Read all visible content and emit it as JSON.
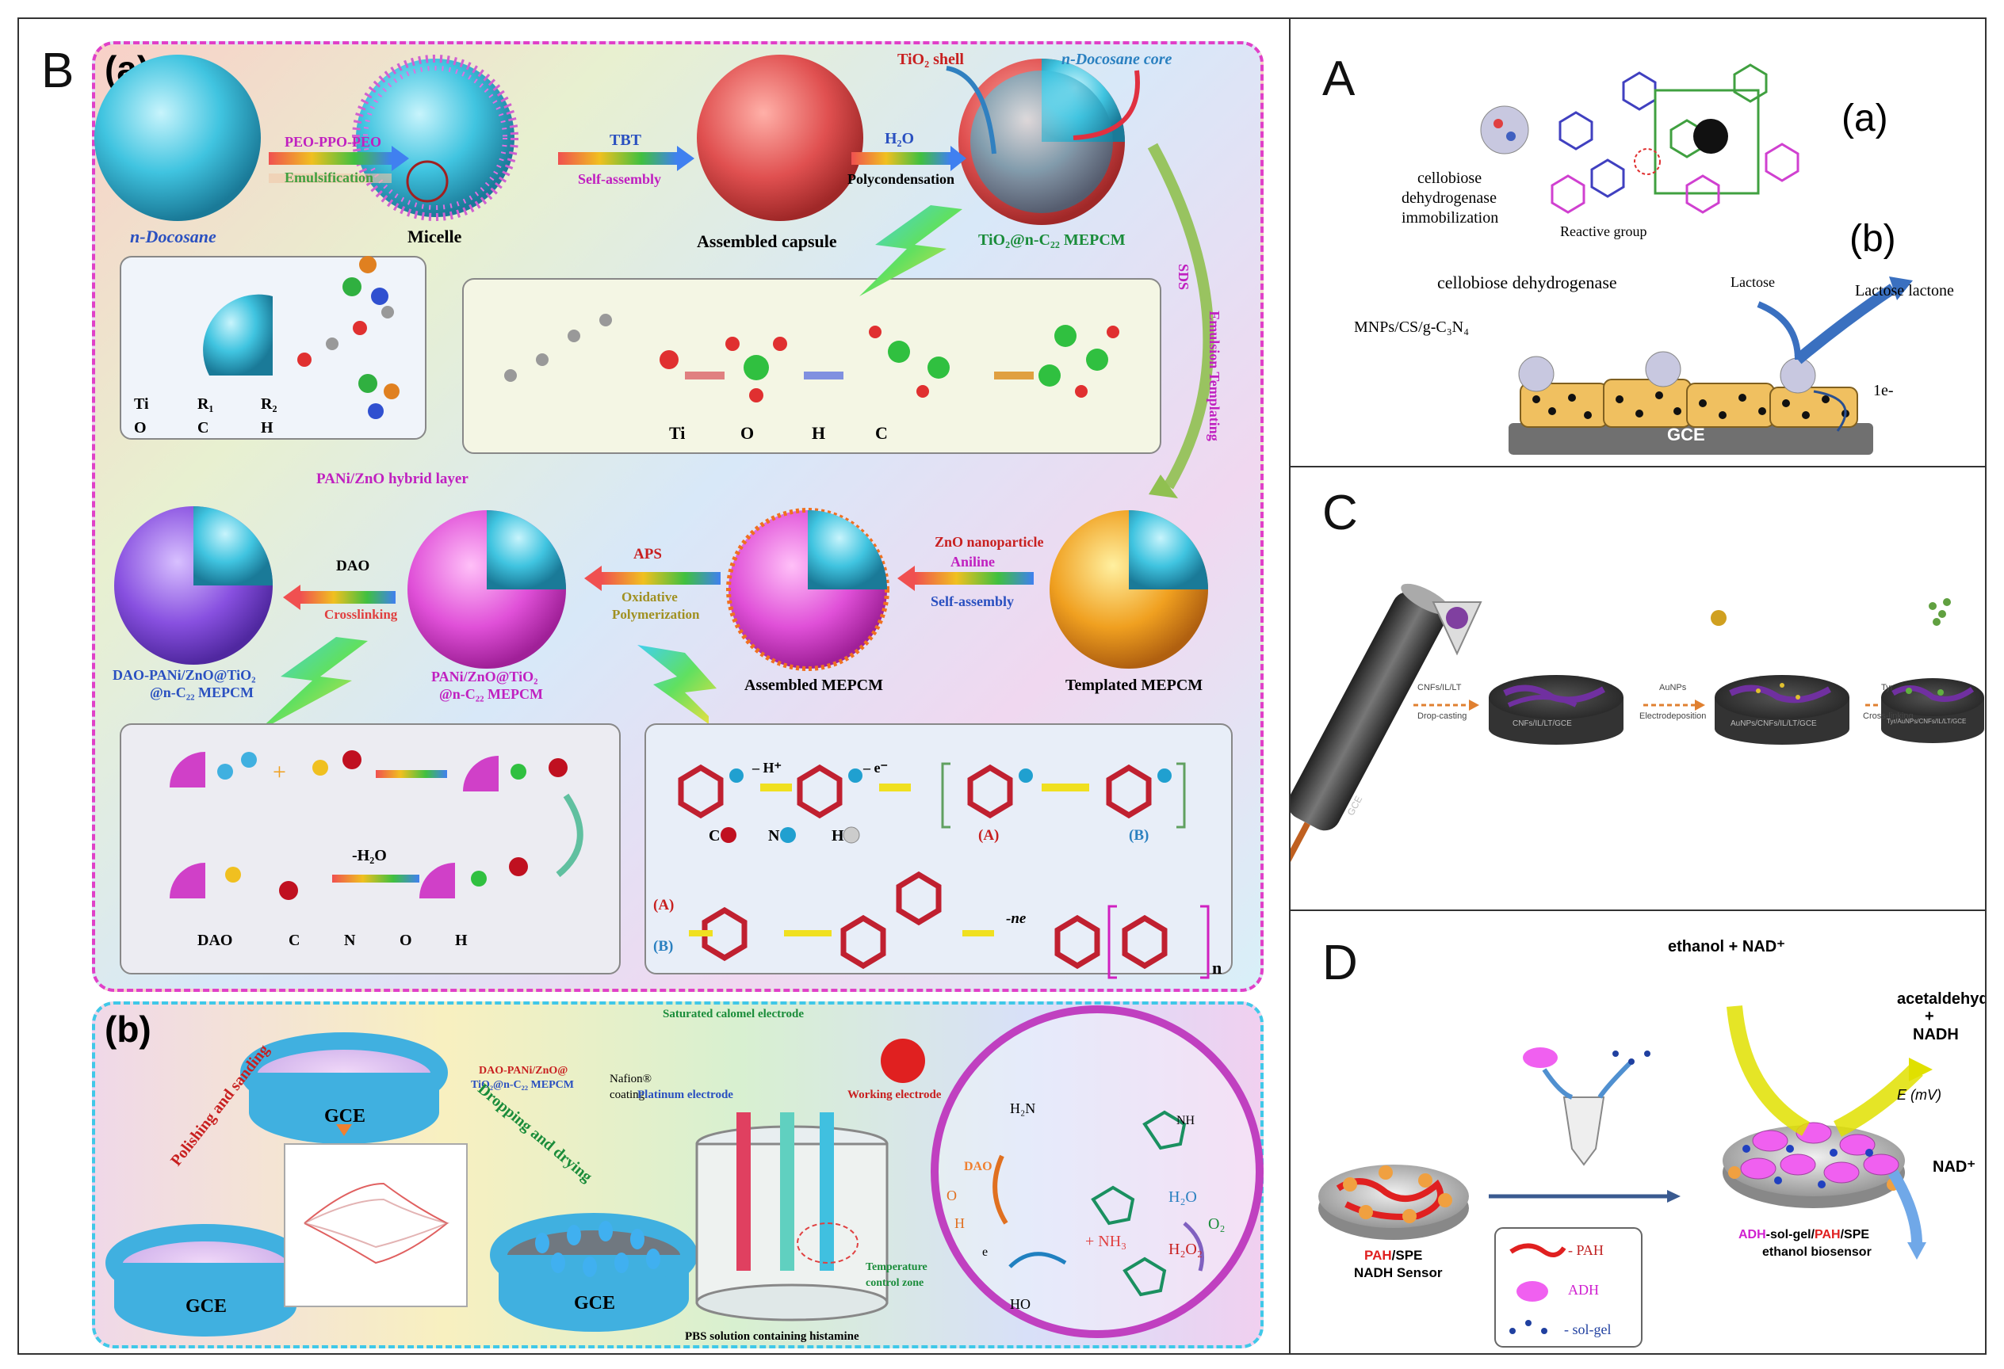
{
  "panelB": {
    "label": "B",
    "a_label": "(a)",
    "b_label": "(b)",
    "a": {
      "n_docosane": "n-Docosane",
      "peo": "PEO-PPO-PEO",
      "emulsification": "Emulsification",
      "micelle": "Micelle",
      "tbt": "TBT",
      "self_assembly": "Self-assembly",
      "assembled_capsule": "Assembled capsule",
      "h2o": "H₂O",
      "polycondensation": "Polycondensation",
      "tio2_shell": "TiO₂ shell",
      "core": "n-Docosane core",
      "tio2_mepcm": "TiO₂@n-C₂₂ MEPCM",
      "sds": "SDS",
      "emulsion_templating": "Emulsion Templating",
      "legend1": [
        "Ti",
        "R₁",
        "R₂",
        "O",
        "C",
        "H"
      ],
      "legend2": [
        "Ti",
        "O",
        "H",
        "C"
      ],
      "pani_layer": "PANi/ZnO hybrid layer",
      "dao": "DAO",
      "crosslinking": "Crosslinking",
      "aps": "APS",
      "oxidative": "Oxidative",
      "polymerization": "Polymerization",
      "zno": "ZnO nanoparticle",
      "aniline": "Aniline",
      "self_assembly2": "Self-assembly",
      "dao_pani": "DAO-PANi/ZnO@TiO₂",
      "dao_pani2": "@n-C₂₂ MEPCM",
      "pani_zno": "PANi/ZnO@TiO₂",
      "pani_zno2": "@n-C₂₂ MEPCM",
      "assembled_mepcm": "Assembled MEPCM",
      "templated_mepcm": "Templated MEPCM",
      "minus_h2o": "-H₂O",
      "legend3": [
        "DAO",
        "C",
        "N",
        "O",
        "H"
      ],
      "legend4": [
        "C",
        "N",
        "H"
      ],
      "h_plus": "– H⁺",
      "e_minus": "– e⁻",
      "A": "(A)",
      "B": "(B)",
      "A2": "(A)",
      "B2": "(B)",
      "ne": "-ne",
      "n": "n"
    },
    "b": {
      "polishing": "Polishing and sanding",
      "gce1": "GCE",
      "gce2": "GCE",
      "gce3": "GCE",
      "dao_mepcm": "DAO-PANi/ZnO@",
      "dao_mepcm2": "TiO₂@n-C₂₂ MEPCM",
      "dropping": "Dropping and drying",
      "nafion": "Nafion®",
      "nafion2": "coating",
      "sce": "Saturated calomel electrode",
      "platinum": "Platinum electrode",
      "working": "Working electrode",
      "temp": "Temperature",
      "temp2": "control zone",
      "pbs": "PBS solution containing histamine",
      "dao": "DAO",
      "nh3": "+ NH₃",
      "h2o": "H₂O",
      "o2": "O₂",
      "h2o2": "H₂O₂",
      "e": "e",
      "h2n": "H₂N",
      "nh": "NH",
      "ho": "HO",
      "o": "O",
      "h": "H"
    }
  },
  "panelA": {
    "label": "A",
    "a": "(a)",
    "b": "(b)",
    "cdh1": "cellobiose",
    "cdh2": "dehydrogenase",
    "cdh3": "immobilization",
    "reactive": "Reactive group",
    "cdh_b": "cellobiose dehydrogenase",
    "lactose": "Lactose",
    "lactone": "Lactose lactone",
    "mnps": "MNPs/CS/g-C₃N₄",
    "e": "1e-",
    "gce": "GCE"
  },
  "panelC": {
    "label": "C",
    "gce": "GCE",
    "step1": "CNFs/IL/LT",
    "step1b": "Drop-casting",
    "disk1": "CNFs/IL/LT/GCE",
    "step2": "AuNPs",
    "step2b": "Electrodeposition",
    "disk2": "AuNPs/CNFs/IL/LT/GCE",
    "step3": "Tyr",
    "step3b": "Cross-linking",
    "disk3": "Tyr/AuNPs/CNFs/IL/LT/GCE"
  },
  "panelD": {
    "label": "D",
    "ethanol": "ethanol + NAD⁺",
    "acetaldehyde": "acetaldehyde",
    "plus": "+",
    "nadh": "NADH",
    "emv": "E (mV)",
    "nad": "NAD⁺",
    "pah_spe": "PAH/SPE",
    "pah_spe_pah": "PAH",
    "pah_spe_rest": "/SPE",
    "nadh_sensor": "NADH Sensor",
    "adh_sol_gel": "ADH-sol-gel/PAH/SPE",
    "adh": "ADH",
    "solgel": "-sol-gel/",
    "pah": "PAH",
    "spe": "/SPE",
    "eth_bio": "ethanol biosensor",
    "leg_pah": "- PAH",
    "leg_adh": "ADH",
    "leg_solgel": "- sol-gel"
  },
  "colors": {
    "pink_border": "#e040c8",
    "cyan_border": "#40c8e8",
    "sphere_cyan": "#3cc8e0",
    "red_capsule": "#e84848",
    "label_red": "#c82020",
    "label_green": "#1a8c3a",
    "label_blue": "#2a50c0",
    "label_magenta": "#c020c0"
  }
}
